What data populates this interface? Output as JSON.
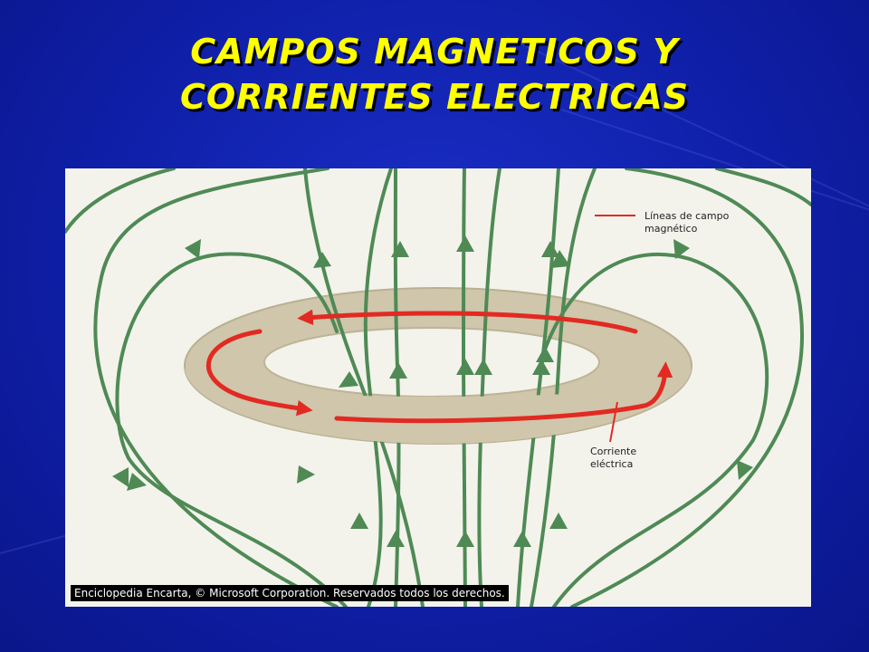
{
  "slide": {
    "title_line1": "CAMPOS MAGNETICOS Y",
    "title_line2": "CORRIENTES ELECTRICAS"
  },
  "figure": {
    "label_field_line1": "Líneas de campo",
    "label_field_line2": "magnético",
    "label_current_line1": "Corriente",
    "label_current_line2": "eléctrica",
    "credit": "Enciclopedia Encarta, © Microsoft Corporation. Reservados todos los derechos."
  },
  "colors": {
    "background": "#0f1fa8",
    "title": "#ffff00",
    "field_line": "#4f8a55",
    "current": "#e22a22",
    "ring": "#cfc6ab"
  }
}
